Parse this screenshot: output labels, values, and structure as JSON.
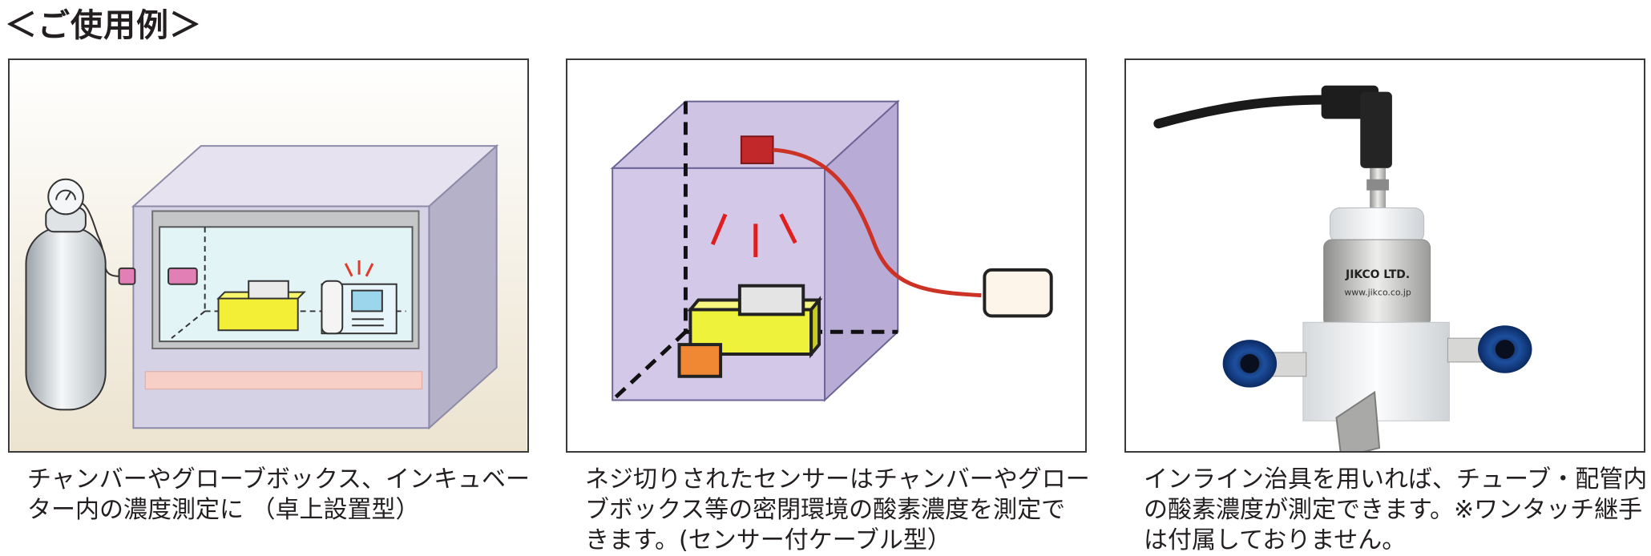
{
  "heading": "＜ご使用例＞",
  "examples": [
    {
      "caption_lines": [
        "チャンバーやグローブボックス、インキュベー",
        "ター内の濃度測定に （卓上設置型）"
      ]
    },
    {
      "caption_lines": [
        "ネジ切りされたセンサーはチャンバーやグロー",
        "ブボックス等の密閉環境の酸素濃度を測定で",
        "きます。(センサー付ケーブル型）"
      ]
    },
    {
      "caption_lines": [
        "インライン治具を用いれば、チューブ・配管内",
        "の酸素濃度が測定できます。※ワンタッチ継手",
        "は付属しておりません。"
      ],
      "sensor_label_brand": "JIKCO LTD.",
      "sensor_label_url": "www.jikco.co.jp"
    }
  ]
}
